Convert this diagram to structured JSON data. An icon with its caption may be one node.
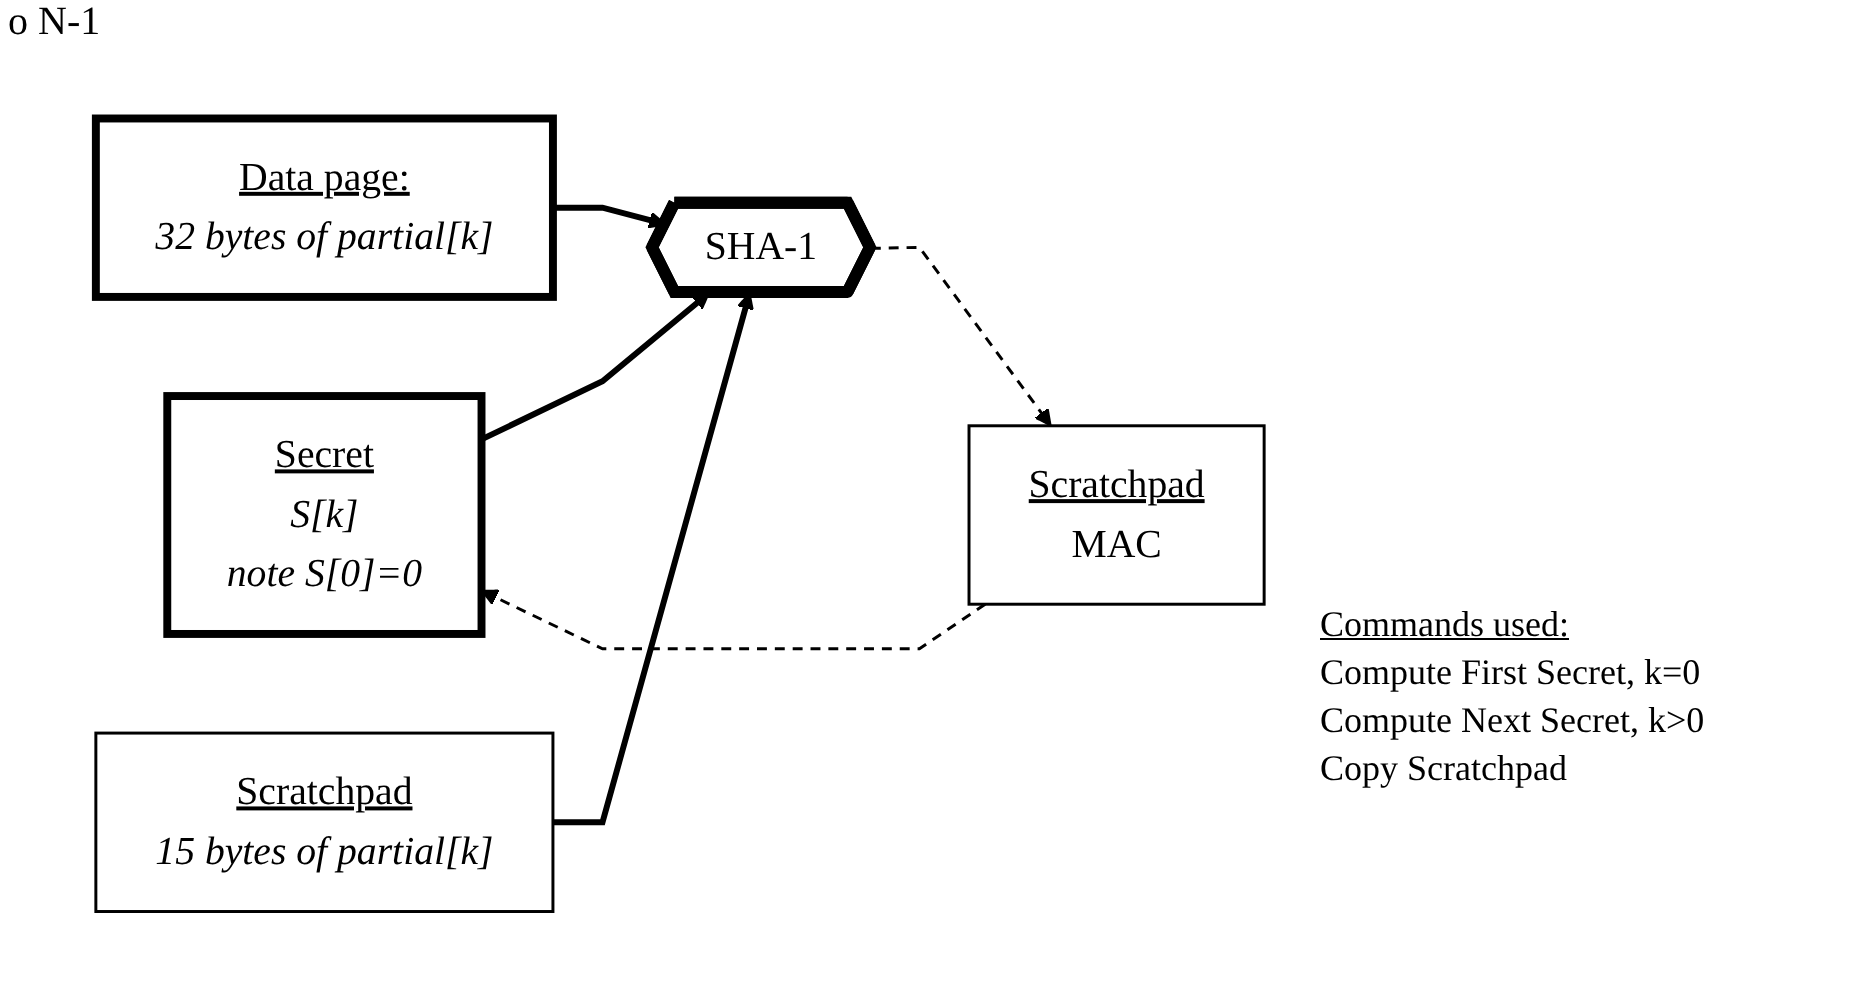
{
  "diagram": {
    "nodes": [
      {
        "text": [
          "Secret",
          "S[k]",
          "note S[0]=0"
        ]
      },
      {
        "text": [
          "Data page:",
          "32 bytes of partial[k]"
        ]
      },
      {
        "text": [
          "SHA-1"
        ]
      },
      {
        "text": [
          "Scratchpad",
          "MAC"
        ]
      },
      {
        "text": [
          "Scratchpad",
          "15 bytes of partial[k]"
        ]
      }
    ],
    "edges": [
      {
        "from": 0,
        "to": 2,
        "arrow": "to"
      },
      {
        "from": 1,
        "to": 2,
        "arrow": "to"
      },
      {
        "from": 2,
        "to": 3,
        "arrow": "to",
        "style": "dashed"
      },
      {
        "from": 3,
        "to": 0,
        "arrow": "to",
        "style": "dashed"
      },
      {
        "from": 4,
        "to": 2,
        "arrow": "to"
      }
    ],
    "labels": [
      "o N-1",
      "Commands used:",
      "Compute First Secret, k=0",
      "Compute Next Secret, k>0",
      "Copy Scratchpad"
    ]
  }
}
